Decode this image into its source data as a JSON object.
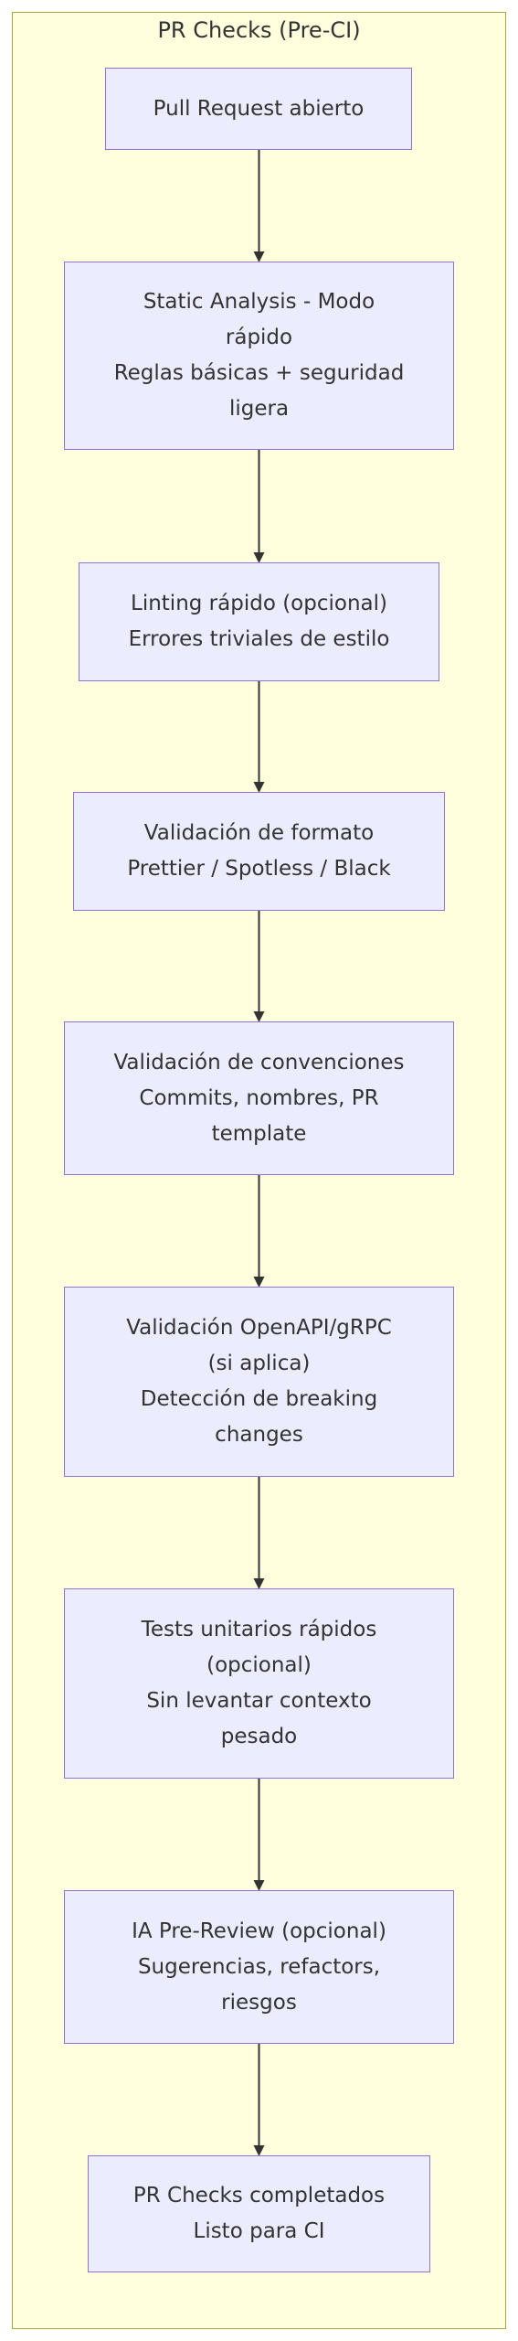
{
  "cluster": {
    "title": "PR Checks (Pre-CI)"
  },
  "nodes": [
    {
      "id": "pr-open",
      "lines": [
        "Pull Request abierto"
      ]
    },
    {
      "id": "static-analysis",
      "lines": [
        "Static Analysis - Modo",
        "rápido",
        "Reglas básicas + seguridad",
        "ligera"
      ]
    },
    {
      "id": "linting",
      "lines": [
        "Linting rápido (opcional)",
        "Errores triviales de estilo"
      ]
    },
    {
      "id": "format",
      "lines": [
        "Validación de formato",
        "Prettier / Spotless / Black"
      ]
    },
    {
      "id": "conventions",
      "lines": [
        "Validación de convenciones",
        "Commits, nombres, PR",
        "template"
      ]
    },
    {
      "id": "openapi",
      "lines": [
        "Validación OpenAPI/gRPC",
        "(si aplica)",
        "Detección de breaking",
        "changes"
      ]
    },
    {
      "id": "unit-tests",
      "lines": [
        "Tests unitarios rápidos",
        "(opcional)",
        "Sin levantar contexto",
        "pesado"
      ]
    },
    {
      "id": "ai-review",
      "lines": [
        "IA Pre-Review (opcional)",
        "Sugerencias, refactors,",
        "riesgos"
      ]
    },
    {
      "id": "done",
      "lines": [
        "PR Checks completados",
        "Listo para CI"
      ]
    }
  ]
}
